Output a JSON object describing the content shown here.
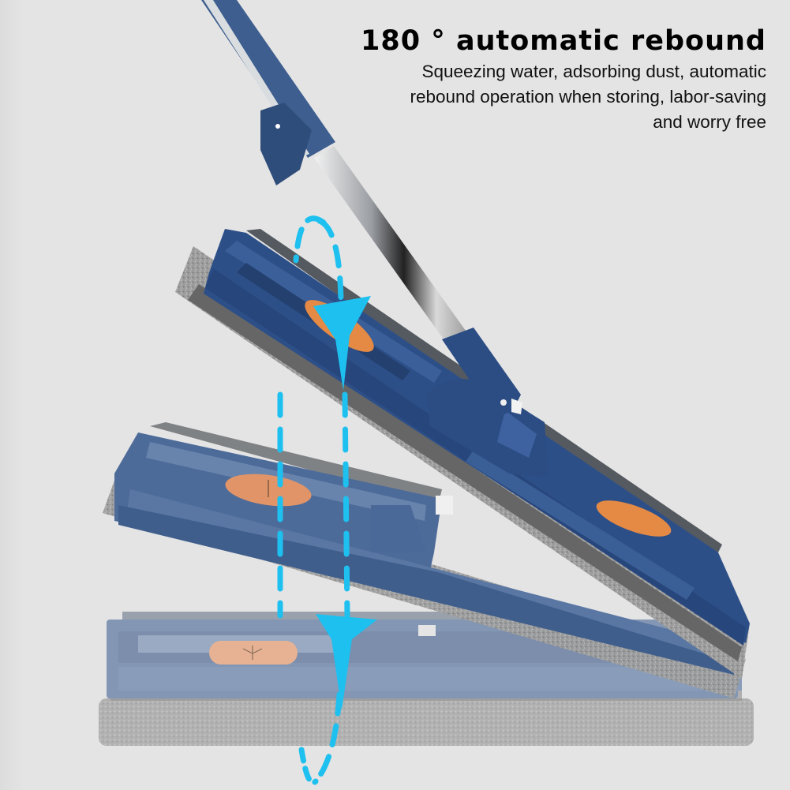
{
  "headline": {
    "title": "180 ° automatic rebound",
    "lines": [
      "Squeezing water, adsorbing dust, automatic",
      "rebound operation when storing, labor-saving",
      "and worry free"
    ]
  },
  "product": {
    "subject": "flat mop",
    "positions": [
      "raised",
      "middle",
      "flat"
    ],
    "colors": {
      "background": "#e4e4e4",
      "mop_head_blue": "#2e4f86",
      "mop_head_faded": "#6f86a8",
      "pad_orange": "#e38b4c",
      "microfiber_pad": "#9a9a9a",
      "arrow_cyan": "#1ec0ef",
      "handle_steel": "#b9bcc0"
    }
  },
  "annotations": {
    "motion_arrow": "dashed-cyan-loop-arrow"
  }
}
